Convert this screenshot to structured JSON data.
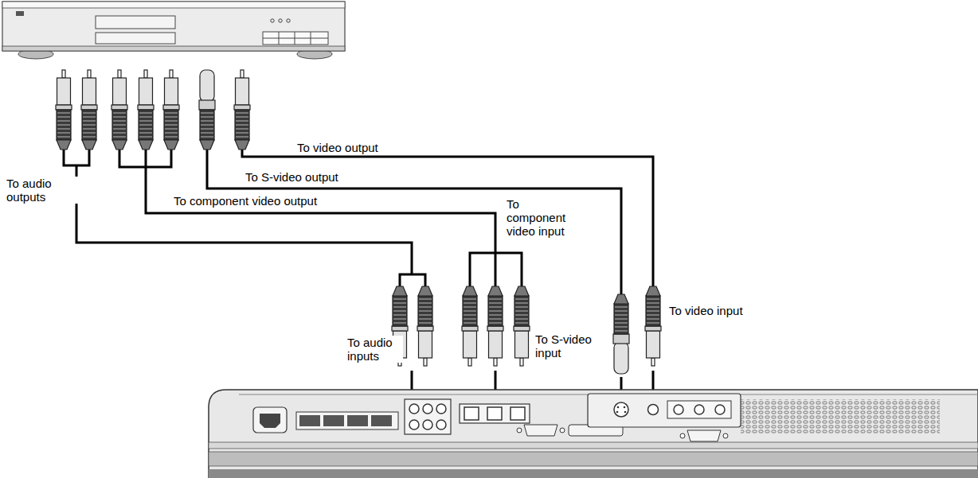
{
  "diagram": {
    "labels": [
      "To video output",
      "To S-video output",
      "To audio outputs",
      "To component video output",
      "To component video input",
      "To audio inputs",
      "To S-video input",
      "To video input"
    ]
  }
}
